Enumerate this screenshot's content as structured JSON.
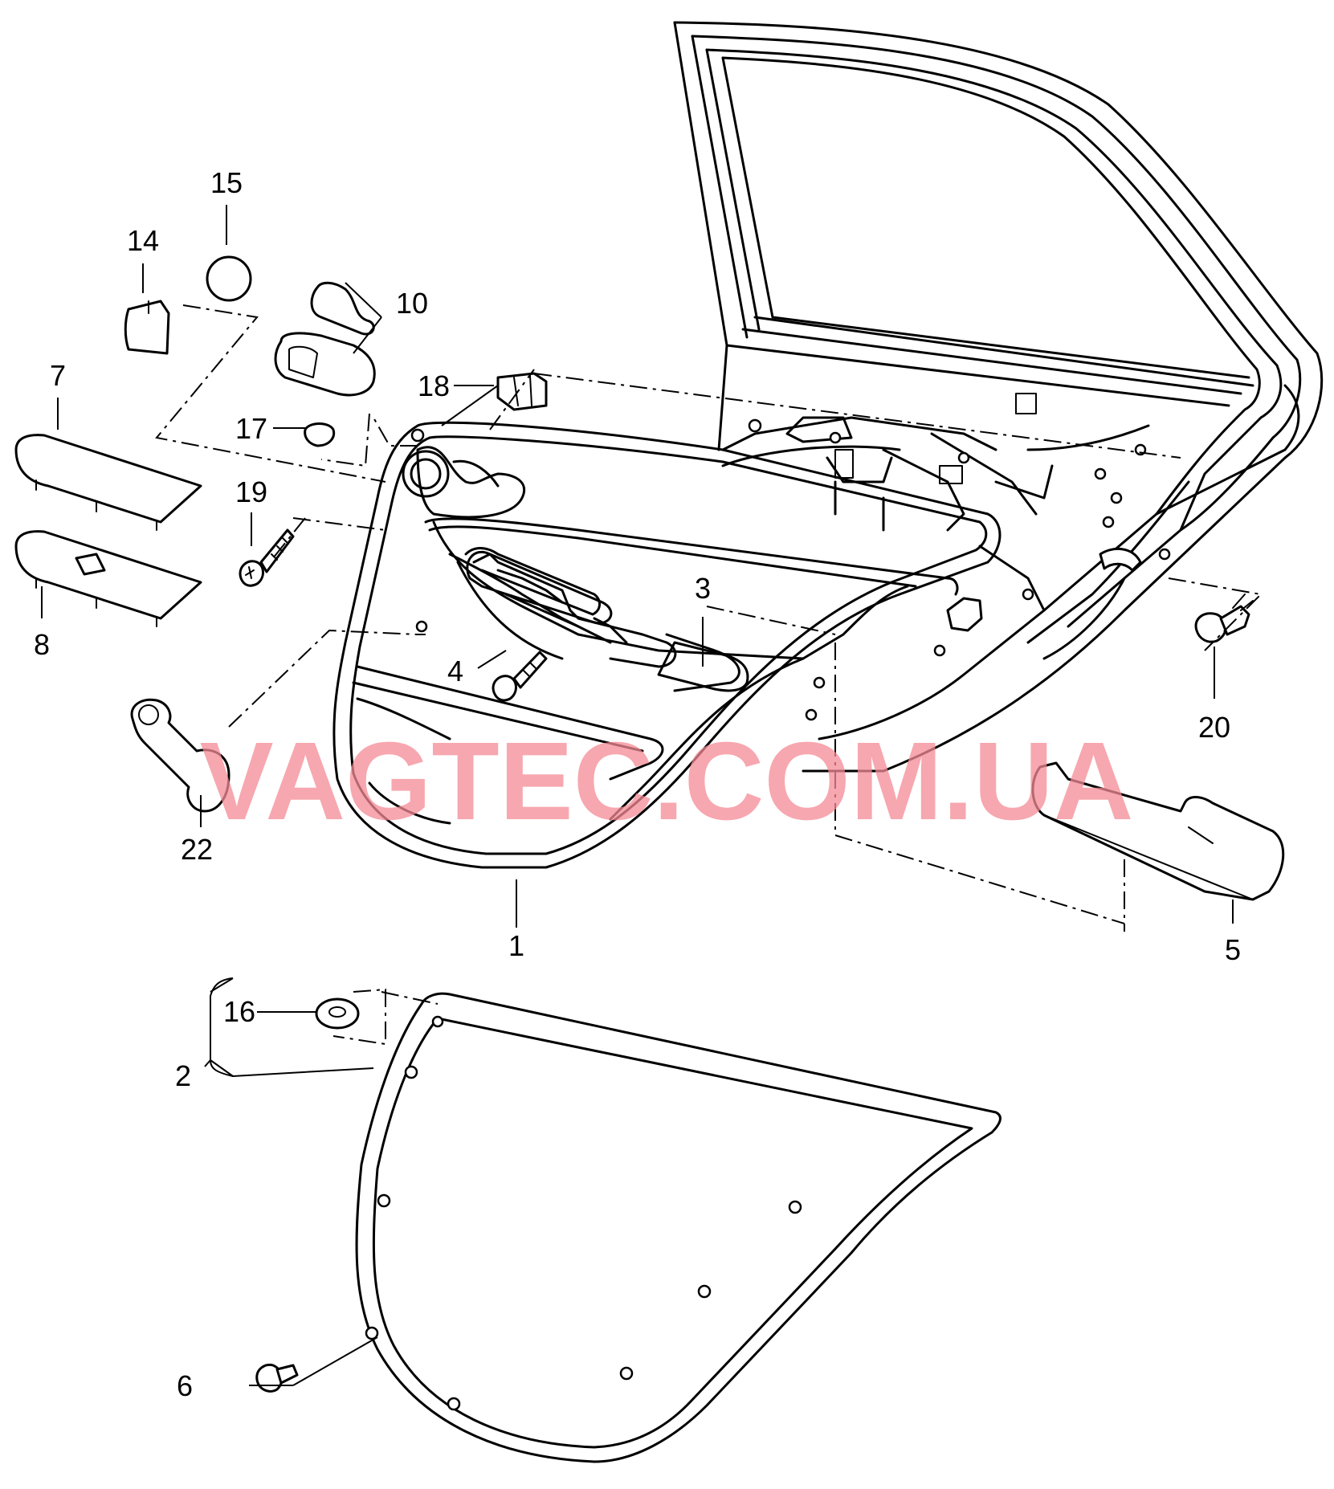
{
  "diagram": {
    "watermark": "VAGTEC.COM.UA",
    "callouts": {
      "c1": "1",
      "c2": "2",
      "c3": "3",
      "c4": "4",
      "c5": "5",
      "c6": "6",
      "c7": "7",
      "c8": "8",
      "c10": "10",
      "c14": "14",
      "c15": "15",
      "c16": "16",
      "c17": "17",
      "c18": "18",
      "c19": "19",
      "c20": "20",
      "c22": "22"
    }
  }
}
